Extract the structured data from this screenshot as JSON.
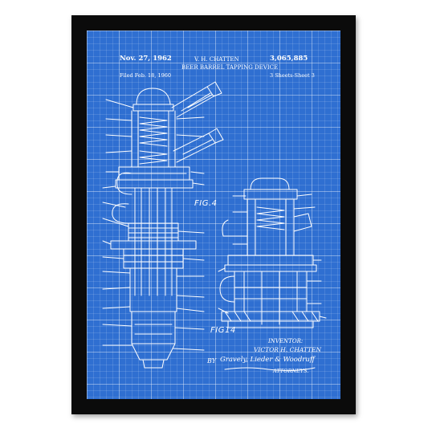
{
  "header": {
    "date": "Nov. 27, 1962",
    "inventor_name": "V. H. CHATTEN",
    "patent_number": "3,065,885",
    "title": "BEER BARREL TAPPING DEVICE",
    "filed": "Filed Feb. 18, 1960",
    "sheets": "3 Sheets-Sheet 3"
  },
  "figures": {
    "fig4": "FIG.4",
    "fig14": "FIG14"
  },
  "signature": {
    "inventor_label": "INVENTOR:",
    "inventor": "VICTOR H. CHATTEN",
    "by": "BY",
    "attorneys": "Gravely, Lieder & Woodruff",
    "attorneys_label": "ATTORNEYS."
  },
  "colors": {
    "blueprint": "#2f6fd1",
    "frame": "#0b0b0b",
    "ink": "#ffffff"
  }
}
